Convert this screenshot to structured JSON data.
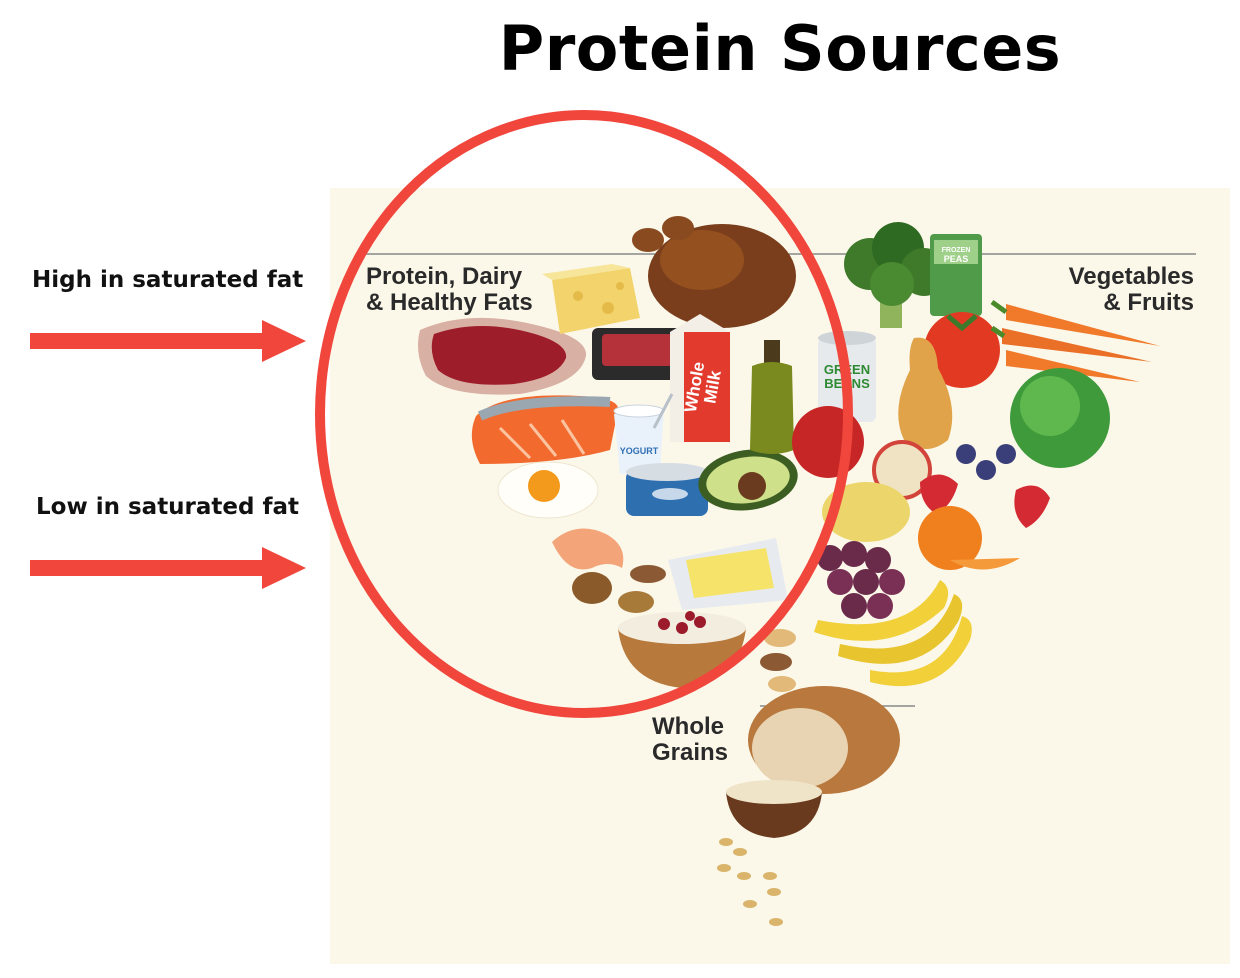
{
  "title": "Protein Sources",
  "labels": {
    "high": "High in saturated fat",
    "low": "Low in saturated fat"
  },
  "groups": {
    "protein_line1": "Protein, Dairy",
    "protein_line2": "& Healthy Fats",
    "veg_line1": "Vegetables",
    "veg_line2": "& Fruits",
    "grains_line1": "Whole",
    "grains_line2": "Grains"
  },
  "food_text": {
    "peas_line1": "FROZEN",
    "peas_line2": "PEAS",
    "beans_line1": "GREEN",
    "beans_line2": "BEANS",
    "milk_line1": "Whole",
    "milk_line2": "Milk",
    "yogurt": "YOGURT"
  },
  "colors": {
    "annotation_red": "#f0463c",
    "panel_bg": "#fbf8ea"
  }
}
